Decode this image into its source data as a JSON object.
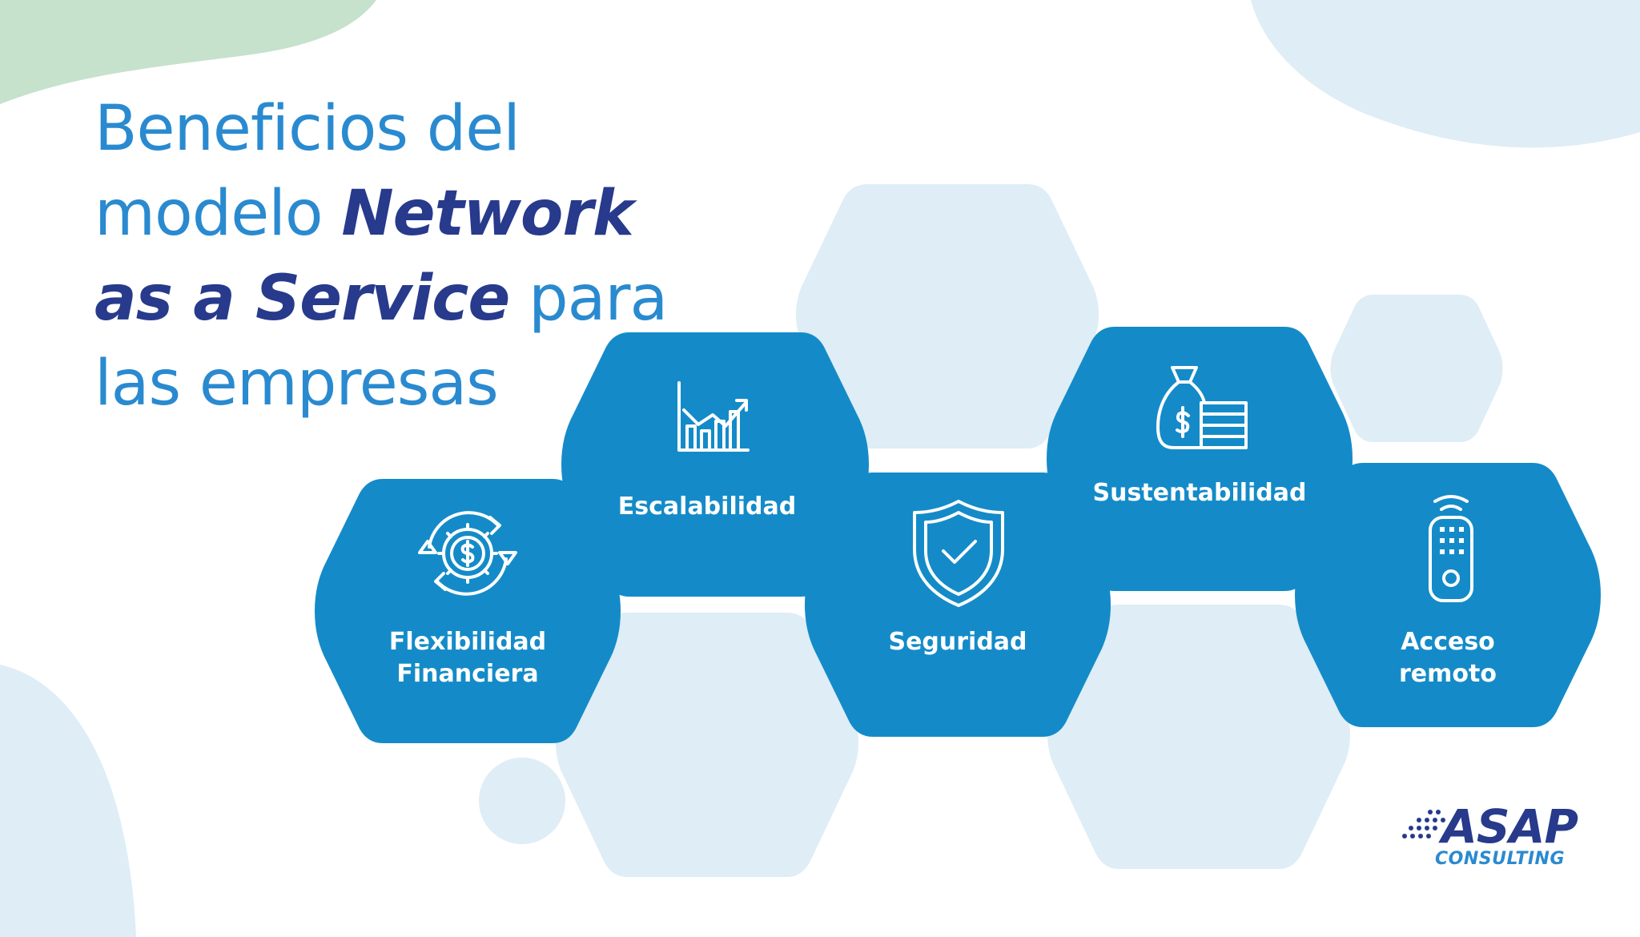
{
  "title": {
    "part1": "Beneficios del",
    "part2": "modelo ",
    "emphasis1": "Network",
    "emphasis2": "as a Service",
    "part3": " para",
    "part4": "las empresas"
  },
  "benefits": [
    {
      "label_line1": "Flexibilidad",
      "label_line2": "Financiera",
      "icon": "gear-dollar-icon"
    },
    {
      "label_line1": "Escalabilidad",
      "label_line2": "",
      "icon": "growth-chart-icon"
    },
    {
      "label_line1": "Seguridad",
      "label_line2": "",
      "icon": "shield-check-icon"
    },
    {
      "label_line1": "Sustentabilidad",
      "label_line2": "",
      "icon": "money-bag-icon"
    },
    {
      "label_line1": "Acceso",
      "label_line2": "remoto",
      "icon": "remote-control-icon"
    }
  ],
  "logo": {
    "main": "ASAP",
    "sub": "CONSULTING"
  },
  "colors": {
    "primary_hex": "#148bc8",
    "light_hex": "#deedf6",
    "title_blue": "#2a8ad0",
    "navy": "#273a8c",
    "green_blob": "#c6e1cc"
  }
}
